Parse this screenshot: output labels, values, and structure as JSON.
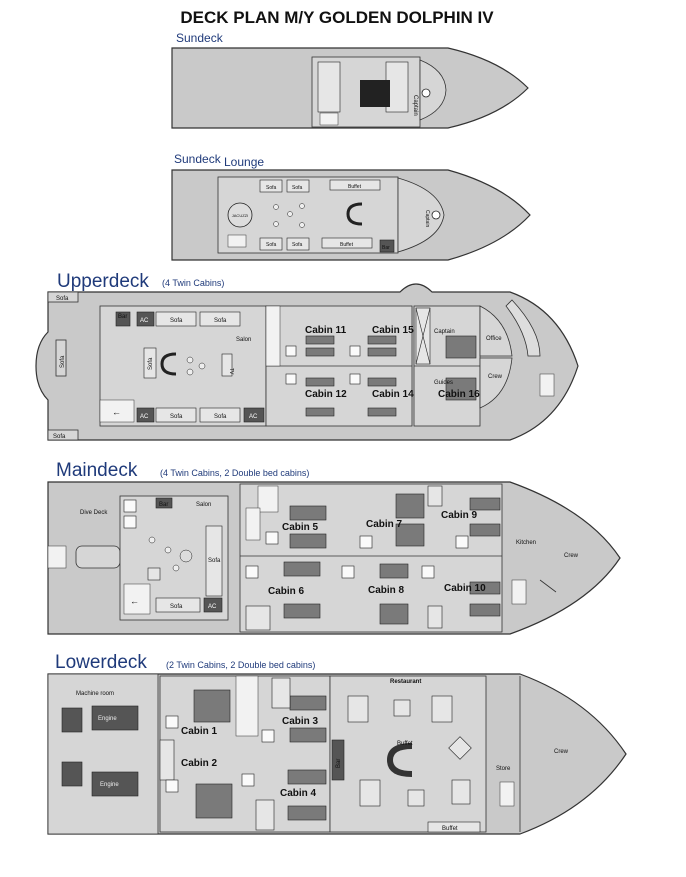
{
  "title": "DECK PLAN M/Y GOLDEN DOLPHIN IV",
  "sundeck": {
    "label": "Sundeck",
    "captain": "Captain"
  },
  "sundeck_lounge": {
    "label_a": "Sundeck",
    "label_b": "Lounge",
    "sofa1": "Sofa",
    "sofa2": "Sofa",
    "sofa3": "Sofa",
    "sofa4": "Sofa",
    "buffet1": "Buffet",
    "buffet2": "Buffet",
    "jacuzzi": "JACUZZI",
    "bar": "Bar",
    "captain": "Captain"
  },
  "upperdeck": {
    "label": "Upperdeck",
    "note": "(4 Twin Cabins)",
    "sofa_top_left": "Sofa",
    "sofa_bottom_left": "Sofa",
    "sofa_side": "Sofa",
    "bar": "Bar",
    "ac1": "AC",
    "ac2": "AC",
    "ac3": "AC",
    "sofa_a": "Sofa",
    "sofa_b": "Sofa",
    "sofa_c": "Sofa",
    "sofa_d": "Sofa",
    "sofa_mid": "Sofa",
    "salon": "Salon",
    "tv": "TV",
    "cabin11": "Cabin 11",
    "cabin15": "Cabin 15",
    "cabin12": "Cabin 12",
    "cabin14": "Cabin 14",
    "captain": "Captain",
    "office": "Office",
    "guides": "Guides",
    "cabin16": "Cabin 16",
    "crew": "Crew"
  },
  "maindeck": {
    "label": "Maindeck",
    "note": "(4 Twin Cabins, 2 Double bed cabins)",
    "dive_deck": "Dive Deck",
    "bar": "Bar",
    "salon": "Salon",
    "sofa_side": "Sofa",
    "sofa_bottom": "Sofa",
    "ac": "AC",
    "cabin5": "Cabin 5",
    "cabin6": "Cabin 6",
    "cabin7": "Cabin 7",
    "cabin8": "Cabin 8",
    "cabin9": "Cabin 9",
    "cabin10": "Cabin 10",
    "kitchen": "Kitchen",
    "crew": "Crew"
  },
  "lowerdeck": {
    "label": "Lowerdeck",
    "note": "(2 Twin Cabins, 2 Double bed cabins)",
    "machine_room": "Machine room",
    "engine1": "Engine",
    "engine2": "Engine",
    "cabin1": "Cabin 1",
    "cabin2": "Cabin 2",
    "cabin3": "Cabin 3",
    "cabin4": "Cabin 4",
    "restaurant": "Restaurant",
    "buffet_top": "Buffet",
    "buffet_bottom": "Buffet",
    "bar": "Bar",
    "store": "Store",
    "crew": "Crew"
  },
  "colors": {
    "hull": "#c9c9c9",
    "bed": "#7a7a7a",
    "text_blue": "#1f3a7a"
  }
}
